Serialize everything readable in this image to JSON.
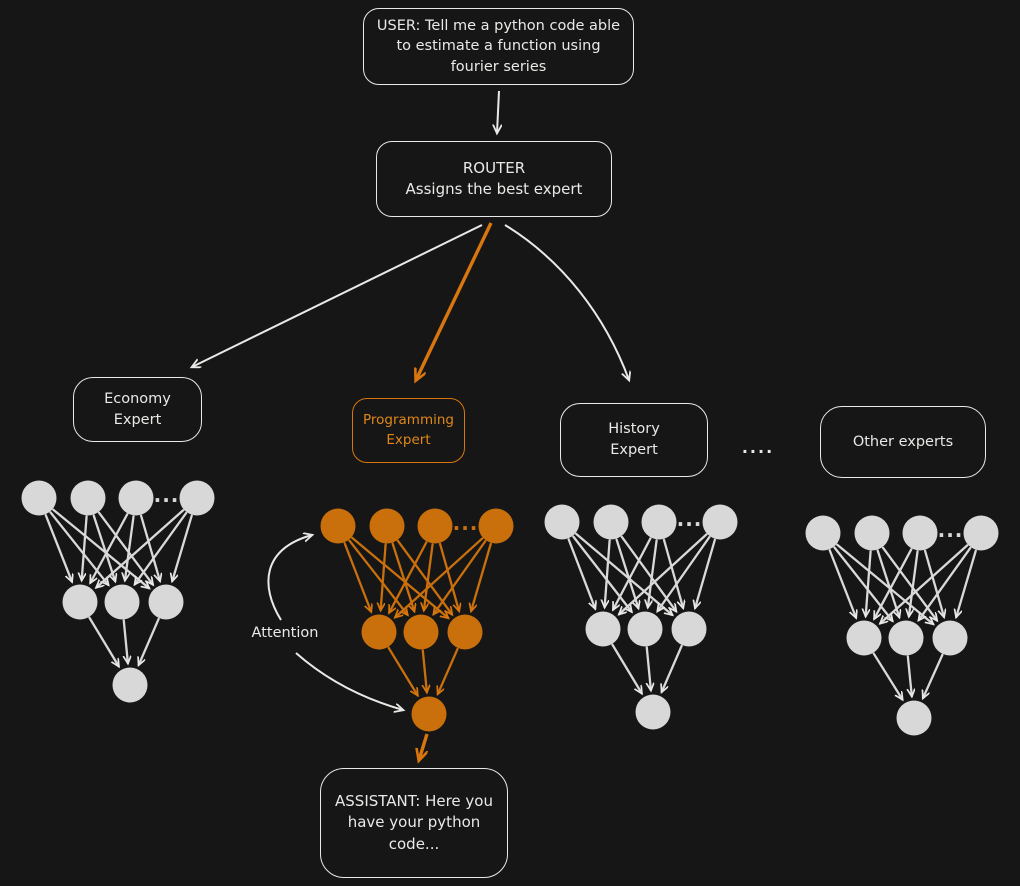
{
  "colors": {
    "background": "#161616",
    "stroke_white": "#e9e9e7",
    "line_white": "#d9d9d9",
    "node_gray": "#d8d8d8",
    "accent_orange": "#d9760e",
    "accent_text_orange": "#e0871a",
    "line_orange": "#c9700d",
    "node_orange": "#c9700d"
  },
  "user_box": {
    "text": "USER: Tell me a python code able\nto estimate a function using\nfourier series"
  },
  "router_box": {
    "line1": "ROUTER",
    "line2": "Assigns the best expert"
  },
  "experts": [
    {
      "label": "Economy\nExpert",
      "highlighted": false
    },
    {
      "label": "Programming\nExpert",
      "highlighted": true
    },
    {
      "label": "History\nExpert",
      "highlighted": false
    },
    {
      "label": "Other experts",
      "highlighted": false
    }
  ],
  "experts_separator": "....",
  "attention_label": "Attention",
  "assistant_box": {
    "text": "ASSISTANT: Here you\nhave your python\ncode..."
  },
  "networks": [
    {
      "expert": "Economy",
      "layers": [
        4,
        3,
        1
      ],
      "ellipsis": "...",
      "color": "white"
    },
    {
      "expert": "Programming",
      "layers": [
        4,
        3,
        1
      ],
      "ellipsis": "...",
      "color": "orange"
    },
    {
      "expert": "History",
      "layers": [
        4,
        3,
        1
      ],
      "ellipsis": "...",
      "color": "white"
    },
    {
      "expert": "Other",
      "layers": [
        4,
        3,
        1
      ],
      "ellipsis": "...",
      "color": "white"
    }
  ]
}
